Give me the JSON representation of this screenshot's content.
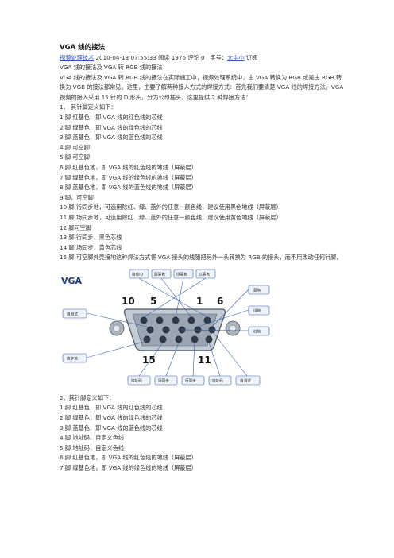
{
  "header": {
    "title": "VGA 线的接法",
    "category_link": "视频处理技术",
    "datetime": "2010-04-13 07:55:33",
    "reads": "阅读 1976",
    "comments": "评论 0",
    "font_size_label": "字号：",
    "font_big": "大",
    "font_mid": "中",
    "font_small": "小",
    "subscribe": "订阅"
  },
  "intro": {
    "line1": "VGA 线的接法及 VGA 转 RGB 线的接法：",
    "para": "VGA 线的接法及 VGA 转 RGB 线的接法在实际施工中，视频处理系统中，由 VGA 转换为 RGB 或是由 RGB 转换为 VGB 的接法都常见。这里，主要了解两种接入方式的焊接方式：首先我们要清楚 VGA 线的焊接方法。VGA 视频的接入采用 15 针的 D 形头，分为公母插头，这里提供 2 种焊接方法："
  },
  "section1": {
    "heading": "1、  其针脚定义如下：",
    "pins": [
      "1 脚 红基色，即 VGA 线的红色线的芯线",
      "2 脚 绿基色，即 VGA 线的绿色线的芯线",
      "3 脚 蓝基色，即 VGA 线的蓝色线的芯线",
      "4 脚 可空脚",
      "5 脚 可空脚",
      "6 脚 红基色地，即 VGA 线的红色线的地线（屏蔽层）",
      "7 脚 绿基色地，即 VGA 线的绿色线的地线（屏蔽层）",
      "8 脚 蓝基色地，即 VGA 线的蓝色线的地线（屏蔽层）",
      "9 脚，可空脚",
      "10 脚 行同步地，可选用除红、绿、蓝外的任意一颜色线，建议使用黑色地线（屏蔽层）",
      "11 脚 场同步地，可选用除红、绿、蓝外的任意一颜色线，建议使用黄色地线（屏蔽层）",
      "12 脚可空脚",
      "13 脚 行同步，黑色芯线",
      "14 脚 场同步，黄色芯线"
    ],
    "note": "15 脚 可空脚外壳接地这种焊法方式将 VGA 接头的线随把另外一头转换为 RGB 的接头，而不用改动任何针脚。"
  },
  "diagram": {
    "brand": "VGA",
    "top_labels": [
      "自动ID",
      "蓝基色",
      "绿基色",
      "红基色"
    ],
    "right_labels": [
      "蓝地",
      "绿地",
      "红地"
    ],
    "left_labels": [
      "自测试",
      "数字地"
    ],
    "bottom_labels": [
      "地址码",
      "场同步",
      "行同步",
      "地址码",
      "自测试"
    ],
    "numbers": [
      "10",
      "5",
      "1",
      "6",
      "15",
      "11"
    ],
    "colors": {
      "box_border": "#3a5ea8",
      "box_fill": "#eef3fb",
      "connector": "#8a98a8",
      "pin": "#2d3a4a",
      "brand": "#1f3a7a"
    }
  },
  "section2": {
    "heading": "2、其针脚定义如下：",
    "pins": [
      "1 脚 红基色，即 VGA 线的红色线的芯线",
      "2 脚 绿基色，即 VGA 线的绿色线的芯线",
      "3 脚 蓝基色，即 VGA 线的蓝色线的芯线",
      "4 脚 地址码，自定义色线",
      "5 脚 地址码，自定义色线",
      "6 脚 红基色地，即 VGA 线的红色线的地线（屏蔽层）",
      "7 脚 绿基色地，即 VGA 线的绿色线的地线（屏蔽层）"
    ]
  }
}
